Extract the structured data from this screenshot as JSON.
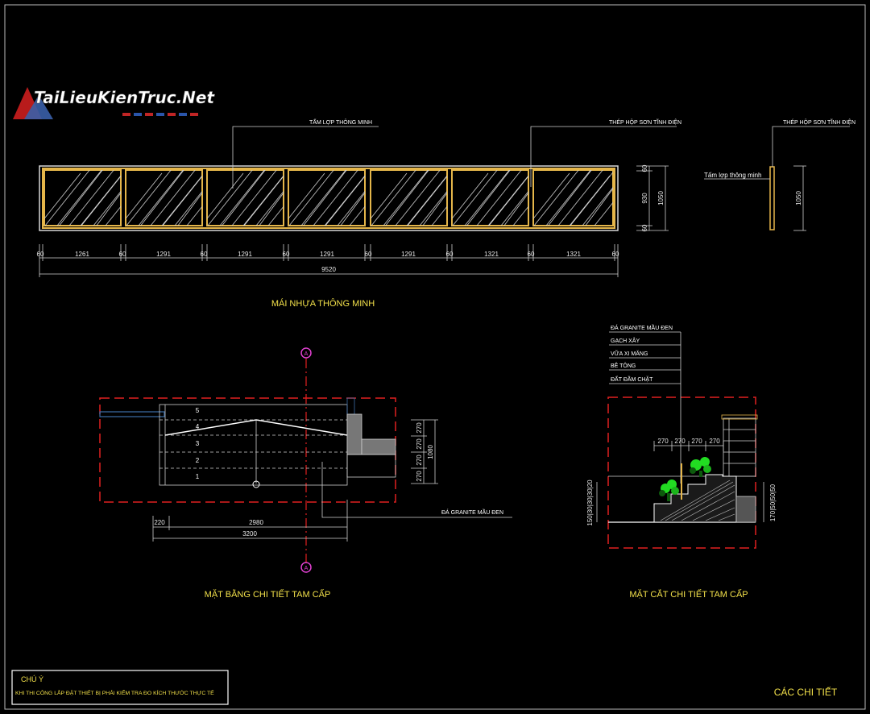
{
  "watermark": {
    "text": "TaiLieuKienTruc.Net"
  },
  "colors": {
    "background": "#000000",
    "frame": "#d8d8d8",
    "panel_fill": "#e5b64a",
    "hatch": "#cfcfcf",
    "label": "#ffffff",
    "dim_text": "#e8e8e8",
    "title_yellow": "#f2e04a",
    "red_dash": "#e02020",
    "magenta": "#e040d0",
    "plant_green": "#22dd22",
    "plant_dark": "#0d5a0d",
    "frame_blue": "#3c6fa8"
  },
  "roof": {
    "title": "MÁI NHỰA THÔNG MINH",
    "label_sheet": "TẤM LỢP THÔNG MINH",
    "label_steel": "THÉP HỘP SƠN TĨNH ĐIỆN",
    "dims_bottom": [
      "60",
      "1261",
      "60",
      "1291",
      "60",
      "1291",
      "60",
      "1291",
      "60",
      "1291",
      "60",
      "1321",
      "60"
    ],
    "total": "9520",
    "dims_right": [
      "60",
      "930",
      "60"
    ],
    "dim_right_total": "1050"
  },
  "side": {
    "label_steel": "THÉP HỘP SƠN TĨNH ĐIỆN",
    "label_sheet": "Tấm lợp thông minh",
    "dim": "1050"
  },
  "plan": {
    "title": "MẶT BẰNG CHI TIẾT TAM CẤP",
    "marker_top": "A",
    "marker_bottom": "A",
    "step_numbers": [
      "5",
      "4",
      "3",
      "2",
      "1"
    ],
    "dims_right": [
      "270",
      "270",
      "270",
      "270"
    ],
    "dim_right_total": "1080",
    "dims_bottom_a": [
      "220",
      "2980"
    ],
    "dim_bottom_total": "3200",
    "label_granite": "ĐÁ GRANITE MẦU ĐEN"
  },
  "section": {
    "title": "MẶT CẮT CHI TIẾT TAM CẤP",
    "layers": [
      "ĐÁ GRANITE MẦU ĐEN",
      "GẠCH XÂY",
      "VỮA XI MĂNG",
      "BÊ TÔNG",
      "ĐẤT ĐẦM CHẶT"
    ],
    "dims_top": [
      "270",
      "270",
      "270",
      "270"
    ],
    "dims_left": "150|30|30|30|20",
    "dims_right": "170|50|50|50"
  },
  "note": {
    "title": "CHÚ Ý",
    "text": "KHI THI CÔNG LẮP ĐẶT THIẾT BỊ PHẢI KIỂM TRA ĐO KÍCH THƯỚC THỰC TẾ"
  },
  "sheet_title": "CÁC CHI TIẾT"
}
